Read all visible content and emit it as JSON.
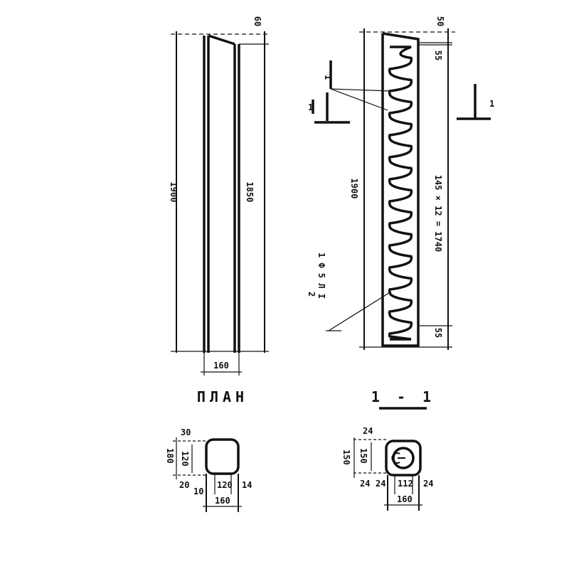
{
  "plan": {
    "title": "ПЛАН",
    "length": "1900",
    "inner_length": "1850",
    "top_offset": "60",
    "width": "160"
  },
  "section_view": {
    "title": "1 - 1",
    "length": "1900",
    "top_offset": "50",
    "top_pitch": "55",
    "bottom_pitch": "55",
    "spiral_spacing": "145 × 12 = 1740",
    "cut_mark_left": "1",
    "cut_mark_right": "1",
    "leader_top": "1",
    "leader_bottom_position": "2",
    "leader_bottom_spec": "1 Ф 5 Л I"
  },
  "plan_section": {
    "dims": [
      "30",
      "120",
      "180",
      "20",
      "10",
      "120",
      "14",
      "160"
    ]
  },
  "cut_section": {
    "dims": [
      "24",
      "150",
      "150",
      "24",
      "24",
      "112",
      "24",
      "160"
    ]
  }
}
